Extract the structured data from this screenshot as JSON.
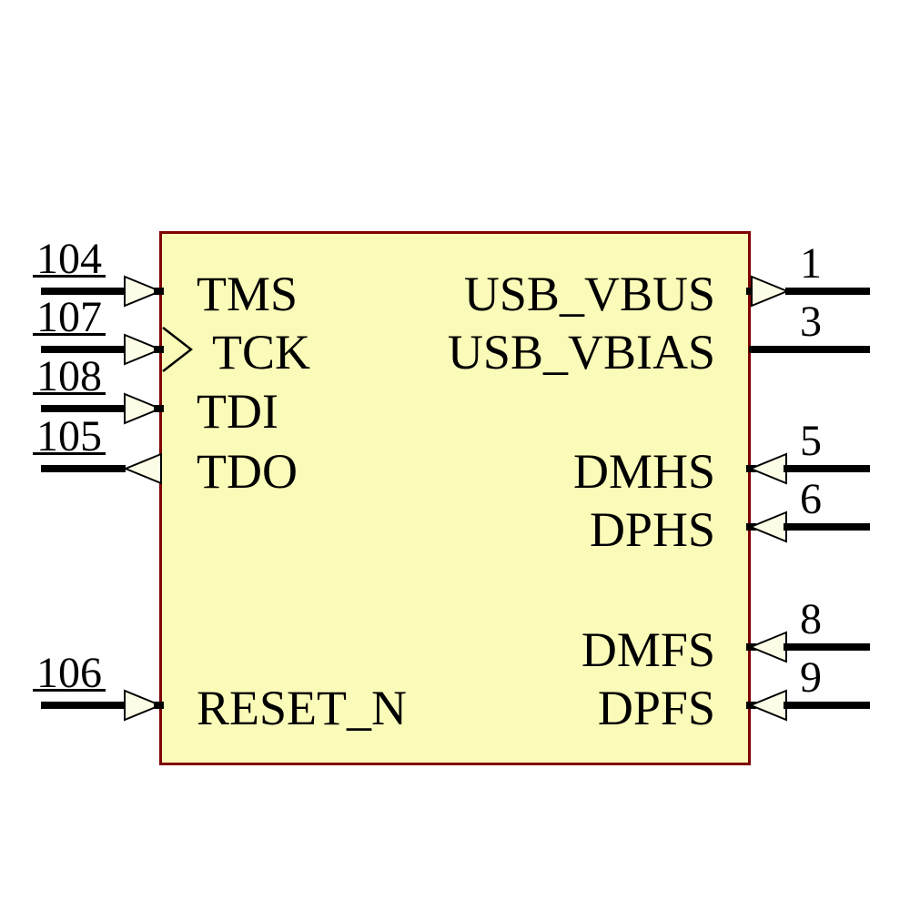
{
  "schematic": {
    "background_color": "#FFFFFF",
    "component": {
      "body_fill": "#FBFBB9",
      "body_border_color": "#7F0000",
      "arrow_fill": "#FDFDE7",
      "wire_color": "#000000",
      "text_color": "#000000"
    },
    "pins": {
      "left": [
        {
          "number": "104",
          "label": "TMS",
          "direction": "input"
        },
        {
          "number": "107",
          "label": "TCK",
          "direction": "input-clock"
        },
        {
          "number": "108",
          "label": "TDI",
          "direction": "input"
        },
        {
          "number": "105",
          "label": "TDO",
          "direction": "output"
        },
        {
          "number": "106",
          "label": "RESET_N",
          "direction": "input"
        }
      ],
      "right": [
        {
          "number": "1",
          "label": "USB_VBUS",
          "direction": "output"
        },
        {
          "number": "3",
          "label": "USB_VBIAS",
          "direction": "passive"
        },
        {
          "number": "5",
          "label": "DMHS",
          "direction": "input"
        },
        {
          "number": "6",
          "label": "DPHS",
          "direction": "input"
        },
        {
          "number": "8",
          "label": "DMFS",
          "direction": "input"
        },
        {
          "number": "9",
          "label": "DPFS",
          "direction": "input"
        }
      ]
    }
  }
}
